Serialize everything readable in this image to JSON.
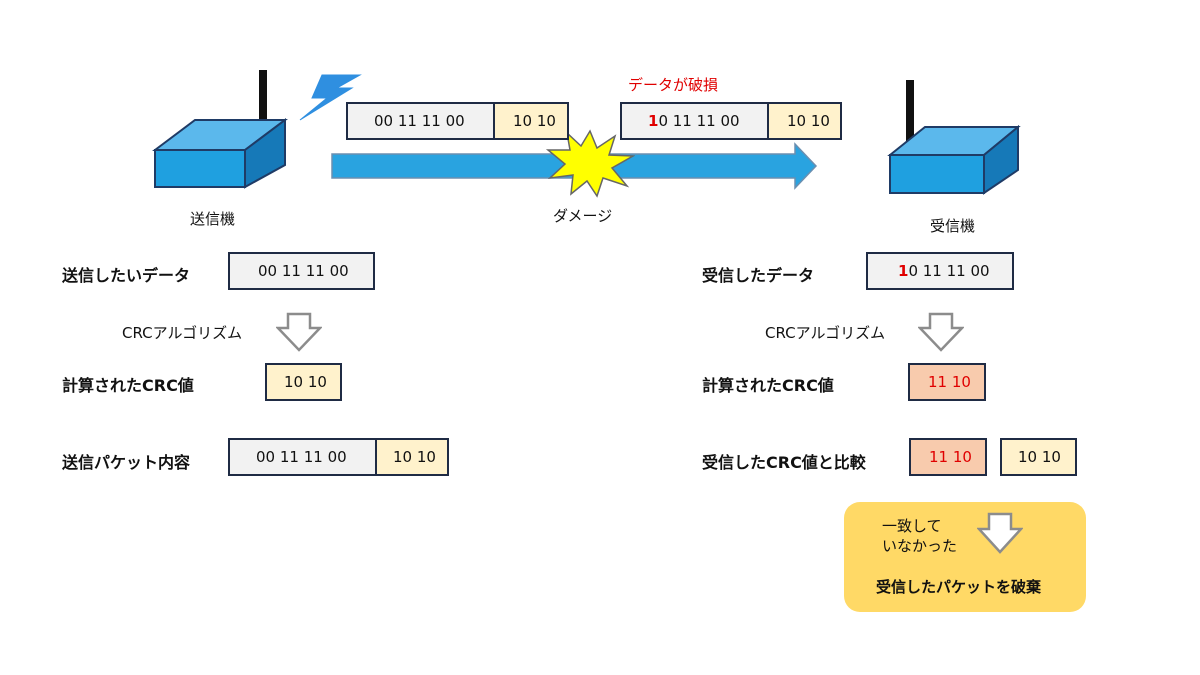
{
  "transmission": {
    "sender_label": "送信機",
    "receiver_label": "受信機",
    "damage_label": "ダメージ",
    "corrupted_label": "データが破損",
    "sent_packet": {
      "data": "00 11 11 00",
      "crc": "10 10"
    },
    "received_packet": {
      "data_first_bit": "1",
      "data_rest": "0 11 11 00",
      "crc": "10 10"
    }
  },
  "sender": {
    "data_label": "送信したいデータ",
    "data_value": "00 11 11 00",
    "algorithm_label": "CRCアルゴリズム",
    "crc_label": "計算されたCRC値",
    "crc_value": "10 10",
    "packet_label": "送信パケット内容",
    "packet_data": "00 11 11 00",
    "packet_crc": "10 10"
  },
  "receiver": {
    "data_label": "受信したデータ",
    "data_first_bit": "1",
    "data_rest": "0 11 11 00",
    "algorithm_label": "CRCアルゴリズム",
    "crc_label": "計算されたCRC値",
    "crc_value": "11 10",
    "compare_label": "受信したCRC値と比較",
    "compare_calculated": "11 10",
    "compare_received": "10 10"
  },
  "result": {
    "mismatch_line1": "一致して",
    "mismatch_line2": "いなかった",
    "action": "受信したパケットを破棄"
  },
  "colors": {
    "device_blue": "#1fa0e0",
    "arrow_blue": "#29a3e0",
    "cell_gray": "#f2f2f2",
    "cell_cream": "#fff2cc",
    "cell_salmon": "#f8cbad",
    "result_yellow": "#ffd966",
    "alert_red": "#e00000"
  }
}
